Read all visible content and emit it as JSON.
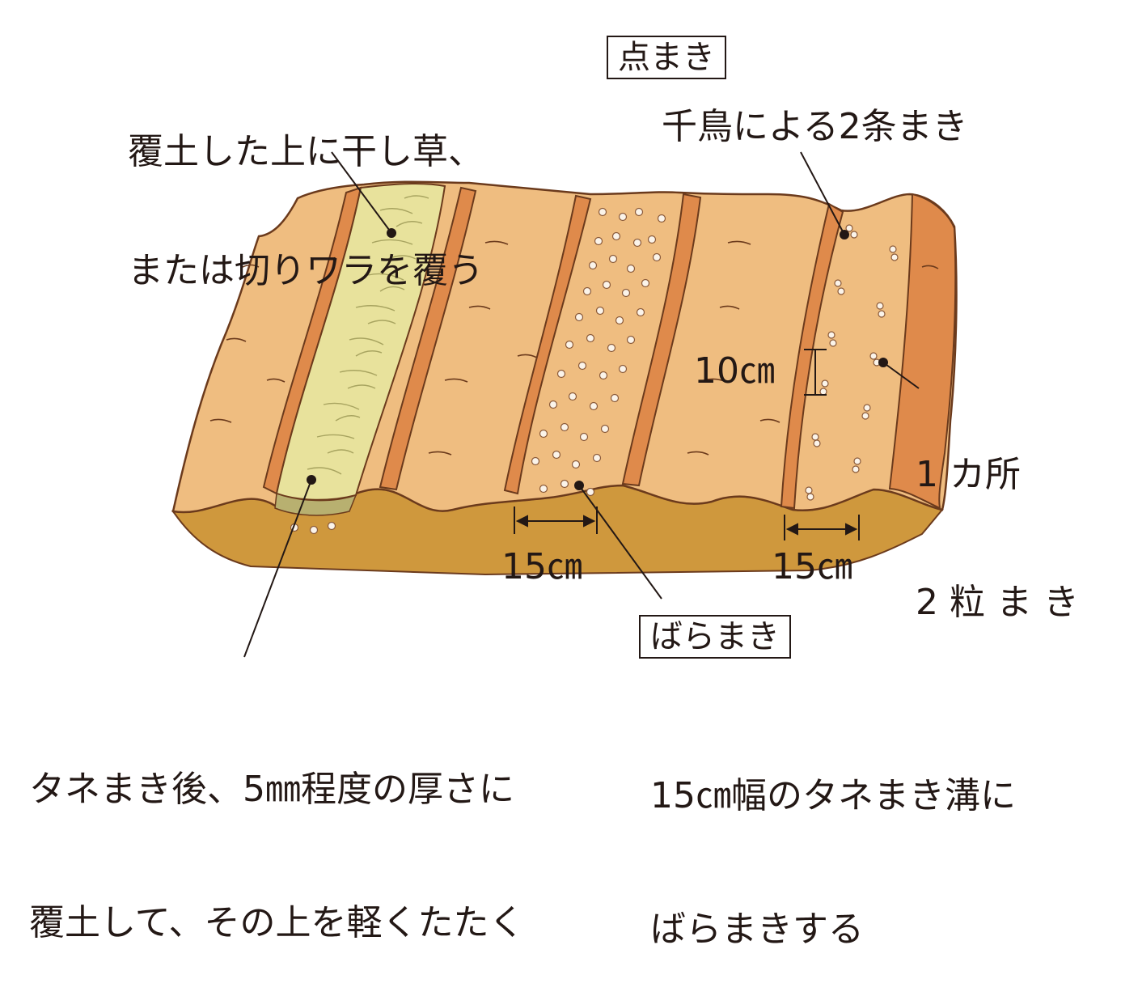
{
  "labels": {
    "straw_line1": "覆土した上に干し草、",
    "straw_line2": "または切りワラを覆う",
    "tenmaki": "点まき",
    "chidori": "千鳥による2条まき",
    "spacing_10": "10㎝",
    "ikkasho_line1": "1 カ所",
    "ikkasho_line2": "2 粒 ま き",
    "width_15_left": "15㎝",
    "width_15_right": "15㎝",
    "baramaki": "ばらまき",
    "cover_line1": "タネまき後、5㎜程度の厚さに",
    "cover_line2": "覆土して、その上を軽くたたく",
    "furrow_line1": "15㎝幅のタネまき溝に",
    "furrow_line2": "ばらまきする"
  },
  "colors": {
    "ridge": "#efbd80",
    "furrow": "#df8a4b",
    "soil_side": "#cf983d",
    "straw": "#e8e29c",
    "outline": "#6b3a1c",
    "ink": "#231815"
  }
}
